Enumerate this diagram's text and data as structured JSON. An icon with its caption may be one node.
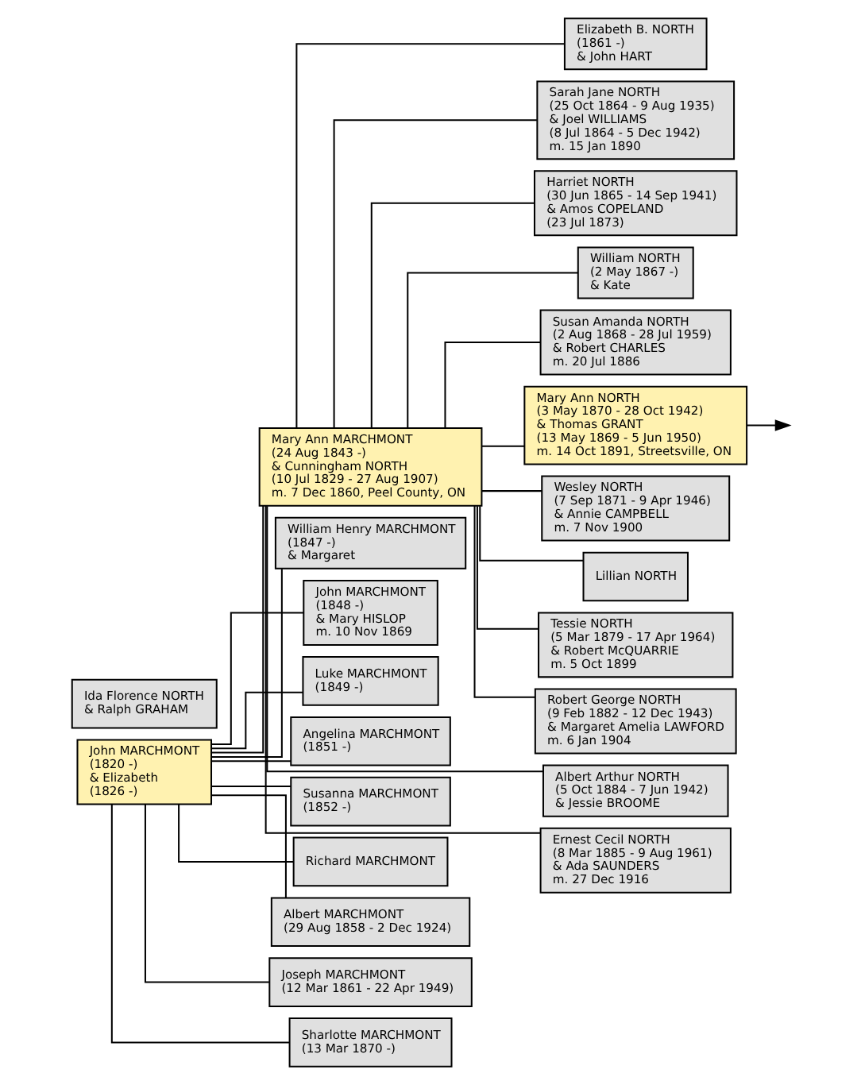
{
  "diagram": {
    "nodes": [
      {
        "text": [
          "John MARCHMONT",
          "(1820 -)",
          "& Elizabeth",
          "(1826 -)"
        ]
      },
      {
        "text": [
          "Mary Ann MARCHMONT",
          "(24 Aug 1843 -)",
          "& Cunningham NORTH",
          "(10 Jul 1829 - 27 Aug 1907)",
          "m. 7 Dec 1860, Peel County, ON"
        ]
      },
      {
        "text": [
          "William Henry MARCHMONT",
          "(1847 -)",
          "& Margaret"
        ]
      },
      {
        "text": [
          "John MARCHMONT",
          "(1848 -)",
          "& Mary HISLOP",
          "m. 10 Nov 1869"
        ]
      },
      {
        "text": [
          "Luke MARCHMONT",
          "(1849 -)"
        ]
      },
      {
        "text": [
          "Angelina MARCHMONT",
          "(1851 -)"
        ]
      },
      {
        "text": [
          "Susanna MARCHMONT",
          "(1852 -)"
        ]
      },
      {
        "text": [
          "Richard MARCHMONT"
        ]
      },
      {
        "text": [
          "Albert MARCHMONT",
          "(29 Aug 1858 - 2 Dec 1924)"
        ]
      },
      {
        "text": [
          "Joseph MARCHMONT",
          "(12 Mar 1861 - 22 Apr 1949)"
        ]
      },
      {
        "text": [
          "Sharlotte MARCHMONT",
          "(13 Mar 1870 -)"
        ]
      },
      {
        "text": [
          "Elizabeth B. NORTH",
          "(1861 -)",
          "& John HART"
        ]
      },
      {
        "text": [
          "Sarah Jane NORTH",
          "(25 Oct 1864 - 9 Aug 1935)",
          "& Joel WILLIAMS",
          "(8 Jul 1864 - 5 Dec 1942)",
          "m. 15 Jan 1890"
        ]
      },
      {
        "text": [
          "Harriet NORTH",
          "(30 Jun 1865 - 14 Sep 1941)",
          "& Amos COPELAND",
          "(23 Jul 1873)"
        ]
      },
      {
        "text": [
          "William NORTH",
          "(2 May 1867 -)",
          "& Kate"
        ]
      },
      {
        "text": [
          "Susan Amanda NORTH",
          "(2 Aug 1868 - 28 Jul 1959)",
          "& Robert CHARLES",
          "m. 20 Jul 1886"
        ]
      },
      {
        "text": [
          "Mary Ann NORTH",
          "(3 May 1870 - 28 Oct 1942)",
          "& Thomas GRANT",
          "(13 May 1869 - 5 Jun 1950)",
          "m. 14 Oct 1891, Streetsville, ON"
        ]
      },
      {
        "text": [
          "Wesley NORTH",
          "(7 Sep 1871 - 9 Apr 1946)",
          "& Annie CAMPBELL",
          "m. 7 Nov 1900"
        ]
      },
      {
        "text": [
          "Lillian NORTH"
        ]
      },
      {
        "text": [
          "Ida Florence NORTH",
          "& Ralph GRAHAM"
        ]
      },
      {
        "text": [
          "Tessie NORTH",
          "(5 Mar 1879 - 17 Apr 1964)",
          "& Robert McQUARRIE",
          "m. 5 Oct 1899"
        ]
      },
      {
        "text": [
          "Robert George NORTH",
          "(9 Feb 1882 - 12 Dec 1943)",
          "& Margaret Amelia LAWFORD",
          "m. 6 Jan 1904"
        ]
      },
      {
        "text": [
          "Albert Arthur NORTH",
          "(5 Oct 1884 - 7 Jun 1942)",
          "& Jessie BROOME"
        ]
      },
      {
        "text": [
          "Ernest Cecil NORTH",
          "(8 Mar 1885 - 9 Aug 1961)",
          "& Ada SAUNDERS",
          "m. 27 Dec 1916"
        ]
      }
    ],
    "edges": [
      {
        "from": 0,
        "to": 1,
        "arrow": "none"
      },
      {
        "from": 0,
        "to": 2,
        "arrow": "none"
      },
      {
        "from": 0,
        "to": 3,
        "arrow": "none"
      },
      {
        "from": 0,
        "to": 4,
        "arrow": "none"
      },
      {
        "from": 0,
        "to": 5,
        "arrow": "none"
      },
      {
        "from": 0,
        "to": 6,
        "arrow": "none"
      },
      {
        "from": 0,
        "to": 7,
        "arrow": "none"
      },
      {
        "from": 0,
        "to": 8,
        "arrow": "none"
      },
      {
        "from": 0,
        "to": 9,
        "arrow": "none"
      },
      {
        "from": 0,
        "to": 10,
        "arrow": "none"
      },
      {
        "from": 1,
        "to": 11,
        "arrow": "none"
      },
      {
        "from": 1,
        "to": 12,
        "arrow": "none"
      },
      {
        "from": 1,
        "to": 13,
        "arrow": "none"
      },
      {
        "from": 1,
        "to": 14,
        "arrow": "none"
      },
      {
        "from": 1,
        "to": 15,
        "arrow": "none"
      },
      {
        "from": 1,
        "to": 16,
        "arrow": "none"
      },
      {
        "from": 1,
        "to": 17,
        "arrow": "none"
      },
      {
        "from": 1,
        "to": 18,
        "arrow": "none"
      },
      {
        "from": 1,
        "to": 20,
        "arrow": "none"
      },
      {
        "from": 1,
        "to": 21,
        "arrow": "none"
      },
      {
        "from": 1,
        "to": 22,
        "arrow": "none"
      },
      {
        "from": 1,
        "to": 23,
        "arrow": "none"
      },
      {
        "from": 16,
        "to": null,
        "arrow": "to"
      }
    ]
  }
}
